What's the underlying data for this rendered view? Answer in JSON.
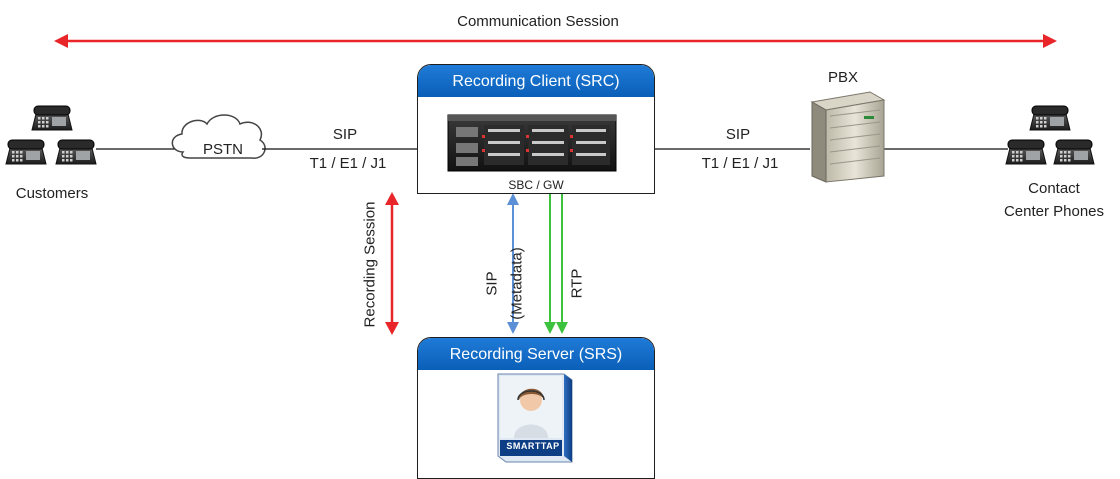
{
  "title": "Communication Session",
  "src_box": {
    "header": "Recording Client (SRC)",
    "device_label": "SBC / GW"
  },
  "srs_box": {
    "header": "Recording Server (SRS)",
    "product_logo_text": "SMARTTAP"
  },
  "left_link": {
    "protocol": "SIP",
    "trunks": "T1 / E1 / J1"
  },
  "right_link": {
    "protocol": "SIP",
    "trunks": "T1 / E1 / J1"
  },
  "pstn_label": "PSTN",
  "pbx_label": "PBX",
  "customers_label": "Customers",
  "contact_center": {
    "line1": "Contact",
    "line2": "Center Phones"
  },
  "recording_session_label": "Recording Session",
  "sip_metadata": {
    "line1": "SIP",
    "line2": "(Metadata)"
  },
  "rtp_label": "RTP",
  "icons": [
    "desk-phone-icon",
    "cloud-icon",
    "rack-gateway-icon",
    "pbx-server-icon",
    "agent-software-box-icon"
  ],
  "colors": {
    "communication_arrow": "#e8262a",
    "recording_arrow": "#e8262a",
    "sip_arrow": "#5b8fd6",
    "rtp_arrow": "#3cc23c",
    "header_blue": "#0a63c0"
  }
}
